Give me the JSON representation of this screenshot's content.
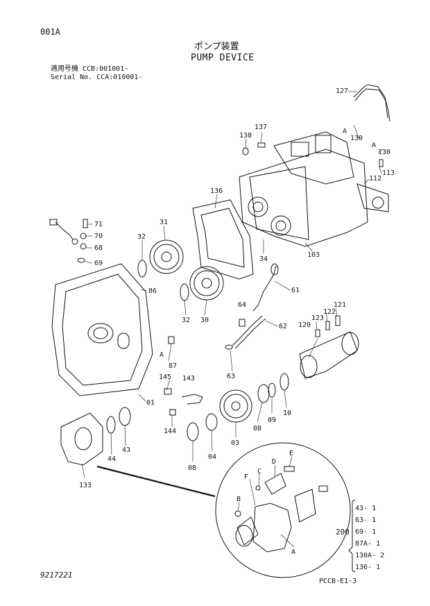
{
  "header": {
    "page_code": "001A",
    "title_jp": "ポンプ装置",
    "title_en": "PUMP DEVICE",
    "serial_line1": "適用号機 CCB:001001-",
    "serial_line2": "Serial No. CCA:010001-"
  },
  "footer": {
    "left_code": "9217221",
    "right_code": "PCCB-E1-3"
  },
  "callouts": {
    "c127": "127",
    "c130a": "130",
    "c130b": "130",
    "c137": "137",
    "c138": "138",
    "c113": "113",
    "c112": "112",
    "c136": "136",
    "c71": "71",
    "c70": "70",
    "c68": "68",
    "c69": "69",
    "c31": "31",
    "c32a": "32",
    "c32b": "32",
    "c86": "86",
    "c30": "30",
    "c34": "34",
    "c103": "103",
    "c61": "61",
    "c64": "64",
    "c62": "62",
    "c63": "63",
    "c121": "121",
    "c122": "122",
    "c123": "123",
    "c120": "120",
    "c87": "87",
    "c01": "01",
    "c145": "145",
    "c143": "143",
    "c144": "144",
    "c03": "03",
    "c08a": "08",
    "c08b": "08",
    "c09": "09",
    "c10": "10",
    "c04": "04",
    "c44": "44",
    "c43": "43",
    "c133": "133",
    "cA1": "A",
    "cA2": "A",
    "cA3": "A",
    "cA4": "A",
    "cB": "B",
    "cC": "C",
    "cD": "D",
    "cE": "E",
    "cF": "F"
  },
  "kit": {
    "number": "200",
    "items": [
      "43- 1",
      "63- 1",
      "69- 1",
      "87A- 1",
      "130A- 2",
      "136- 1"
    ]
  }
}
